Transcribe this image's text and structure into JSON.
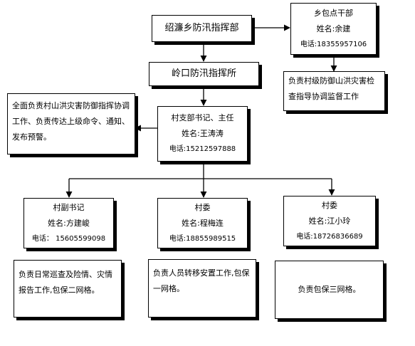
{
  "township_hq": {
    "title": "绍濂乡防汛指挥部"
  },
  "township_cadre": {
    "title": "乡包点干部",
    "name": "姓名:余建",
    "phone": "电话:18355957106"
  },
  "township_cadre_duty": {
    "text": "负责村级防御山洪灾害检查指导协调监督工作"
  },
  "village_hq": {
    "title": "岭口防汛指挥所"
  },
  "village_secretary": {
    "title": "村支部书记、主任",
    "name": "姓名:王涛涛",
    "phone": "电话:15212597888"
  },
  "secretary_duty": {
    "text": "全面负责村山洪灾害防御指挥协调工作、负责传达上级命令、通知、发布预警。"
  },
  "members": [
    {
      "title": "村副书记",
      "name": "姓名:方建峻",
      "phone": "电话： 15605599098"
    },
    {
      "title": "村委",
      "name": "姓名:程梅连",
      "phone": "电话:18855989515"
    },
    {
      "title": "村委",
      "name": "姓名:江小玲",
      "phone": "电话:18726836689"
    }
  ],
  "member_duties": [
    {
      "text": "负责日常巡查及险情、灾情报告工作,包保二网格。"
    },
    {
      "text": "负责人员转移安置工作,包保一网格。"
    },
    {
      "text": "负责包保三网格。"
    }
  ]
}
